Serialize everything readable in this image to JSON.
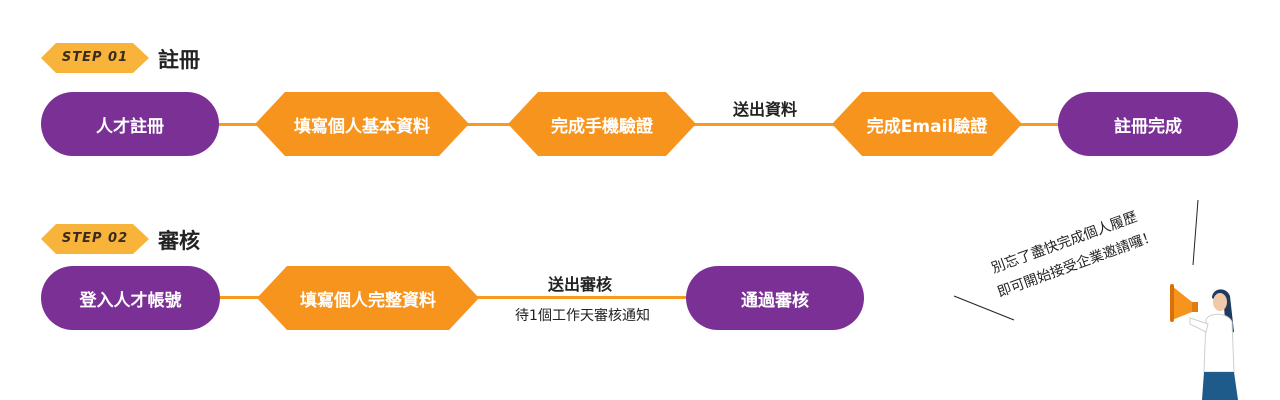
{
  "step1": {
    "badge": "STEP 01",
    "title": "註冊",
    "nodes": [
      "人才註冊",
      "填寫個人基本資料",
      "完成手機驗證",
      "完成Email驗證",
      "註冊完成"
    ],
    "edge_label": "送出資料"
  },
  "step2": {
    "badge": "STEP 02",
    "title": "審核",
    "nodes": [
      "登入人才帳號",
      "填寫個人完整資料",
      "通過審核"
    ],
    "edge_label": "送出審核",
    "edge_sub": "待1個工作天審核通知"
  },
  "reminder": {
    "line1": "別忘了盡快完成個人履歷",
    "line2": "即可開始接受企業邀請囉！"
  },
  "colors": {
    "purple": "#7b3096",
    "orange": "#f7941e",
    "badge": "#f8b43a"
  },
  "icons": [
    "megaphone-icon",
    "person-illustration"
  ]
}
